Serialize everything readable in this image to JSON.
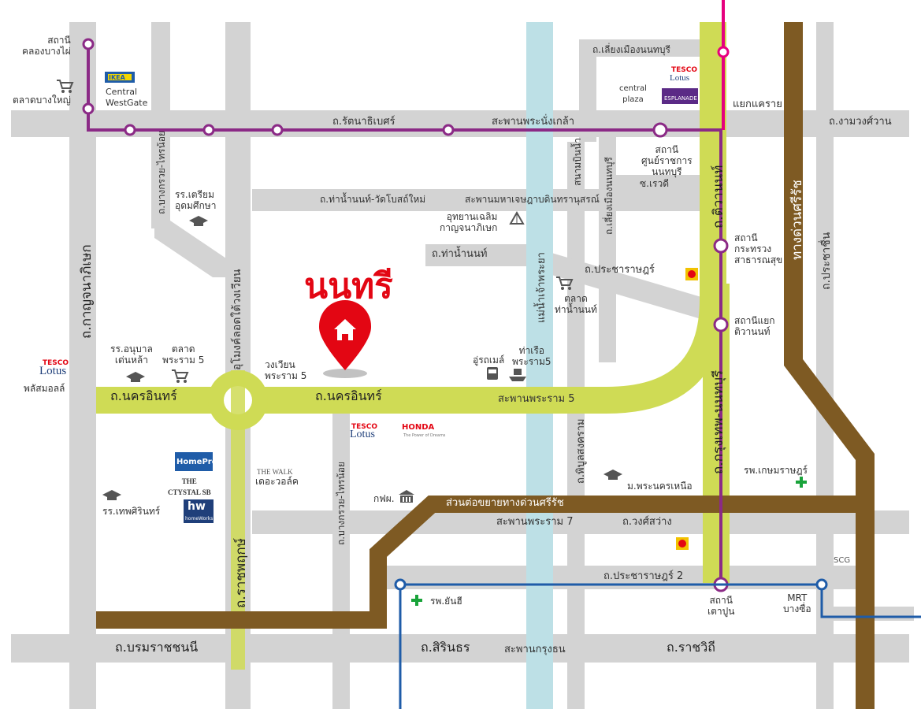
{
  "title": "นนทรี",
  "labels": {
    "st_klongbangphai": "สถานี\nคลองบางไผ่",
    "market_bangyai": "ตลาดบางใหญ่",
    "central_westgate": "Central\nWestGate",
    "ikea": "IKEA",
    "rd_rattanathibet": "ถ.รัตนาธิเบศร์",
    "bridge_phranangklao": "สะพานพระนั่งเกล้า",
    "rd_liangmuang": "ถ.เลี่ยงเมืองนนทบุรี",
    "tesco1": "TESCO",
    "lotus1": "Lotus",
    "central_plaza": "central\nplaza",
    "esplanade": "ESPLANADE",
    "yaek_khae_rai": "แยกแคราย",
    "rd_ngamwongwan": "ถ.งามวงศ์วาน",
    "st_ministry_center": "สถานี\nศูนย์ราชการ\nนนทบุรี",
    "soi_rewadi": "ซ.เรวดี",
    "school_triam": "รร.เตรียม\nอุดมศึกษา",
    "rd_thanam_wat": "ถ.ท่าน้ำนนท์-วัดโบสถ์ใหม่",
    "bridge_maha": "สะพานมหาเจษฎาบดินทรานุสรณ์",
    "park": "อุทยานเฉลิม\nกาญจนาภิเษก",
    "rd_thanam": "ถ.ท่าน้ำนนท์",
    "st_ministry_health": "สถานี\nกระทรวง\nสาธารณสุข",
    "rd_pracharat": "ถ.ประชาราษฎร์",
    "market_thanam": "ตลาด\nท่าน้ำนนท์",
    "st_yaek_tiwanon": "สถานีแยก\nติวานนท์",
    "school_anuban": "รร.อนุบาล\nเด่นหล้า",
    "market_rama5": "ตลาด\nพระราม 5",
    "circle_rama5": "วงเวียน\nพระราม 5",
    "bus": "อู่รถเมล์",
    "pier": "ท่าเรือ\nพระราม5",
    "tesco_pls": "TESCO",
    "lotus_pls": "Lotus",
    "plusmall": "พลัสมอลล์",
    "rd_nakhon_in_left": "ถ.นครอินทร์",
    "rd_nakhon_in_mid": "ถ.นครอินทร์",
    "bridge_rama5": "สะพานพระราม 5",
    "tesco2": "TESCO",
    "lotus2": "Lotus",
    "honda": "HONDA",
    "honda_sub": "The Power of Dreams",
    "homepro": "HomePro",
    "crystal": "THE\nCTYSTAL SB",
    "thewalk_logo": "THE WALK",
    "thewalk": "เดอะวอล์ค",
    "hw": "hw",
    "hw_sub": "homeWorks",
    "school_thepsirin": "รร.เทพศิรินทร์",
    "egat": "กฟผ.",
    "kmutnb": "ม.พระนครเหนือ",
    "hosp_kasem": "รพ.เกษมราษฎร์",
    "expressway_ext": "ส่วนต่อขยายทางด่วนศรีรัช",
    "bridge_rama7": "สะพานพระราม 7",
    "rd_wongsawang": "ถ.วงศ์สว่าง",
    "scg": "SCG",
    "rd_pracharat2": "ถ.ประชาราษฎร์ 2",
    "hosp_yanhee": "รพ.ยันฮี",
    "st_taopoon": "สถานี\nเตาปูน",
    "mrt_bangsue": "MRT\nบางซื่อ",
    "rd_borommaratchachonnani": "ถ.บรมราชชนนี",
    "rd_sirindhorn": "ถ.สิรินธร",
    "bridge_krungthon": "สะพานกรุงธน",
    "rd_ratchawithi": "ถ.ราชวิถี"
  },
  "vlabels": {
    "rd_kanchanaphisek": "ถ.กาญจนาภิเษก",
    "rd_bangkruai_sainoi_top": "ถ.บางกรวย-ไทรน้อย",
    "rd_outer_ring": "ถ.ราชพฤกษ์",
    "rd_ratchaphruek": "อุโมงค์ลอดใต้วงเวียน",
    "rd_bangkruai_sainoi_bottom": "ถ.บางกรวย-ไทรน้อย",
    "river": "แม่น้ำเจ้าพระยา",
    "rd_sanambinnam": "สนามบินน้ำ",
    "rd_liangmuang_v": "ถ.เลี่ยงเมืองนนทบุรี",
    "rd_tiwanon": "ถ.ติวานนท์",
    "rd_krungthep_nonthaburi": "ถ.กรุงเทพ-นนทบุรี",
    "rd_phibunsongkhram": "ถ.พิบูลสงคราม",
    "expressway_sirat": "ทางด่วนศรีรัช",
    "rd_prachachuen": "ถ.ประชาชื่น"
  },
  "colors": {
    "road": "#d3d3d3",
    "main_road": "#cfdb55",
    "expressway": "#7e5a23",
    "river": "#bde0e6",
    "purple_line": "#8b2a86",
    "pink_line": "#e6007e",
    "blue_line": "#1f5ca8",
    "marker": "#e30613"
  },
  "icons": [
    "cart-icon",
    "school-icon",
    "park-icon",
    "bus-icon",
    "boat-icon",
    "hospital-cross-icon",
    "home-marker-icon",
    "building-icon",
    "store-logo-icon"
  ]
}
